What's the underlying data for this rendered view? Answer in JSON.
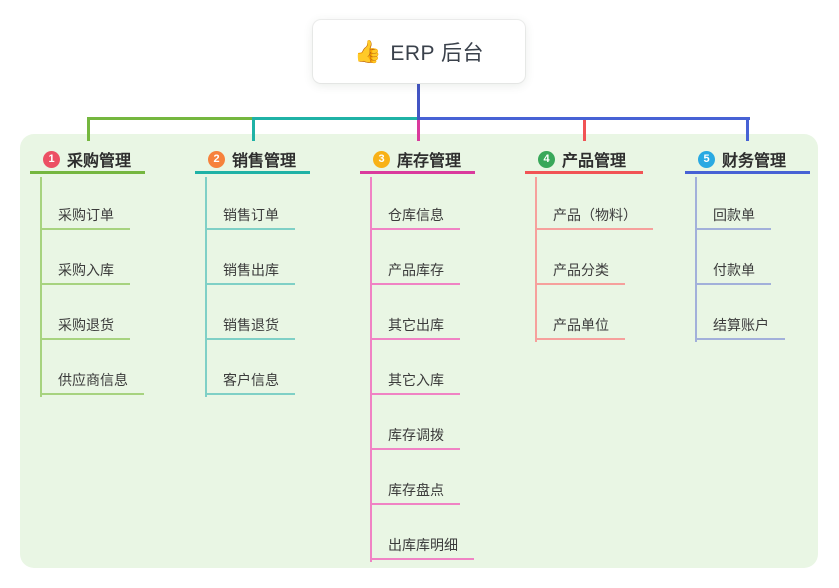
{
  "root": {
    "icon": "thumbs-up-emoji",
    "emoji": "👍",
    "label": "ERP 后台"
  },
  "panel": {
    "bg": "#e9f6e4"
  },
  "connector": {
    "root_stem_color": "#4355c4"
  },
  "branches": [
    {
      "badge": "1",
      "badge_color": "#ec5064",
      "title": "采购管理",
      "line_color": "#75b73f",
      "line_light": "#a7d37f",
      "items": [
        "采购订单",
        "采购入库",
        "采购退货",
        "供应商信息"
      ]
    },
    {
      "badge": "2",
      "badge_color": "#f6823c",
      "title": "销售管理",
      "line_color": "#1fb2a6",
      "line_light": "#7fd0c6",
      "items": [
        "销售订单",
        "销售出库",
        "销售退货",
        "客户信息"
      ]
    },
    {
      "badge": "3",
      "badge_color": "#f8b117",
      "title": "库存管理",
      "line_color": "#da3a9d",
      "line_light": "#f083c4",
      "items": [
        "仓库信息",
        "产品库存",
        "其它出库",
        "其它入库",
        "库存调拨",
        "库存盘点",
        "出库库明细"
      ]
    },
    {
      "badge": "4",
      "badge_color": "#39a85a",
      "title": "产品管理",
      "line_color": "#f15355",
      "line_light": "#f6a09c",
      "items": [
        "产品（物料）",
        "产品分类",
        "产品单位"
      ]
    },
    {
      "badge": "5",
      "badge_color": "#29a9e2",
      "title": "财务管理",
      "line_color": "#4762d5",
      "line_light": "#a2b0da",
      "items": [
        "回款单",
        "付款单",
        "结算账户"
      ]
    }
  ]
}
